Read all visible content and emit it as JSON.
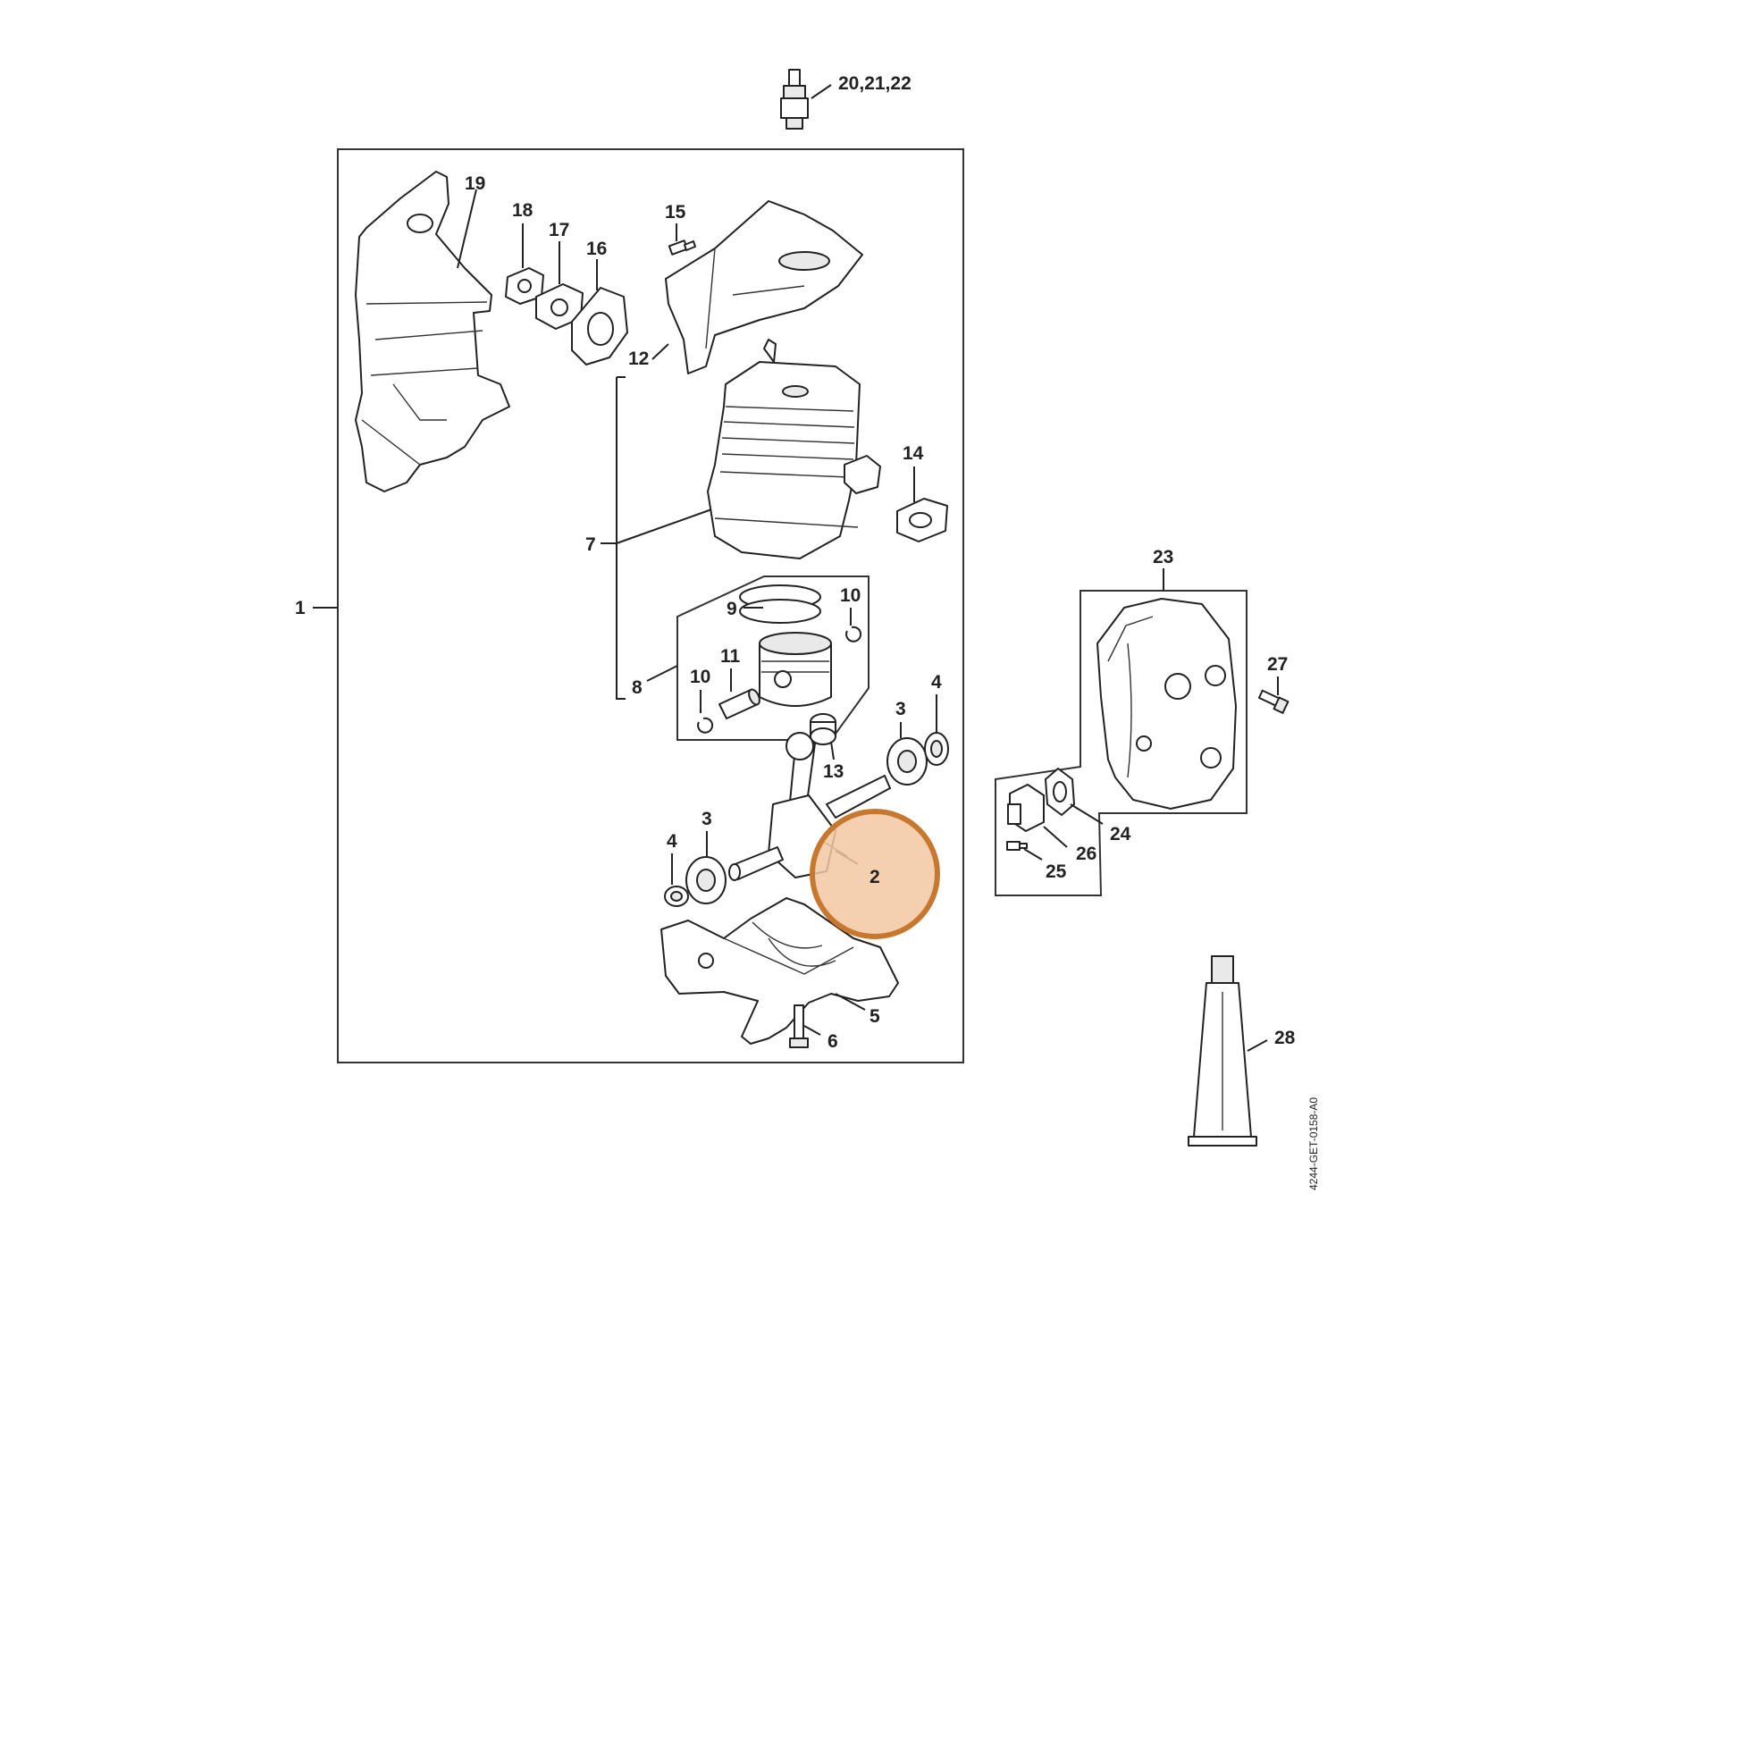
{
  "diagram": {
    "callouts": {
      "c1": "1",
      "c2": "2",
      "c3a": "3",
      "c3b": "3",
      "c4a": "4",
      "c4b": "4",
      "c5": "5",
      "c6": "6",
      "c7": "7",
      "c8": "8",
      "c9": "9",
      "c10a": "10",
      "c10b": "10",
      "c11": "11",
      "c12": "12",
      "c13": "13",
      "c14": "14",
      "c15": "15",
      "c16": "16",
      "c17": "17",
      "c18": "18",
      "c19": "19",
      "c20": "20,21,22",
      "c23": "23",
      "c24": "24",
      "c25": "25",
      "c26": "26",
      "c27": "27",
      "c28": "28"
    },
    "drawing_code": "4244-GET-0158-A0",
    "highlight": {
      "callout": "2",
      "color": "#c8772e",
      "fill": "#f2c8a2"
    }
  }
}
